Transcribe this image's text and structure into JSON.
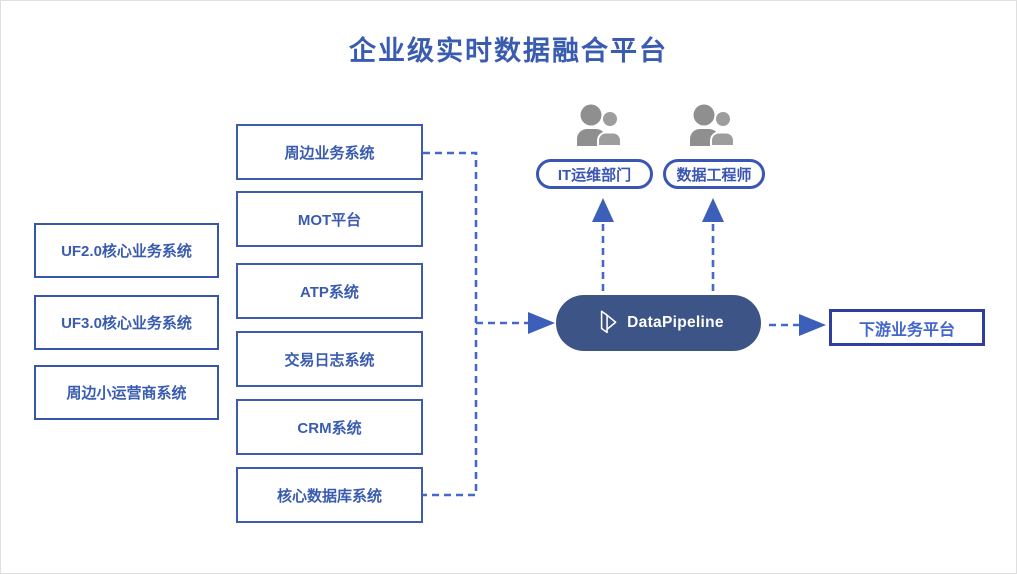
{
  "title": "企业级实时数据融合平台",
  "colors": {
    "background": "#FFFFFF",
    "frame_border": "#DFDFDF",
    "title_text": "#3A5CB0",
    "box_border": "#3D5CAD",
    "box_text": "#3A5CB0",
    "left_box_border": "#3656AB",
    "arrow": "#4568C9",
    "arrowhead": "#3C5FB9",
    "platform_bg": "#3D5486",
    "platform_text": "#FFFFFF",
    "role_border": "#3A55B4",
    "role_text": "#3A55B4",
    "person_gray": "#8F8F8F",
    "person_gray_light": "#9D9D9D",
    "downstream_border": "#2E3F9E",
    "downstream_text": "#4366CC"
  },
  "left_sources": [
    {
      "label": "UF2.0核心业务系统"
    },
    {
      "label": "UF3.0核心业务系统"
    },
    {
      "label": "周边小运营商系统"
    }
  ],
  "middle_sources": [
    {
      "label": "周边业务系统"
    },
    {
      "label": "MOT平台"
    },
    {
      "label": "ATP系统"
    },
    {
      "label": "交易日志系统"
    },
    {
      "label": "CRM系统"
    },
    {
      "label": "核心数据库系统"
    }
  ],
  "platform": {
    "name": "DataPipeline",
    "logo": "datapipeline-3d-logo"
  },
  "roles": [
    {
      "label": "IT运维部门",
      "icon": "people-group-icon"
    },
    {
      "label": "数据工程师",
      "icon": "people-group-icon"
    }
  ],
  "downstream": {
    "label": "下游业务平台"
  }
}
